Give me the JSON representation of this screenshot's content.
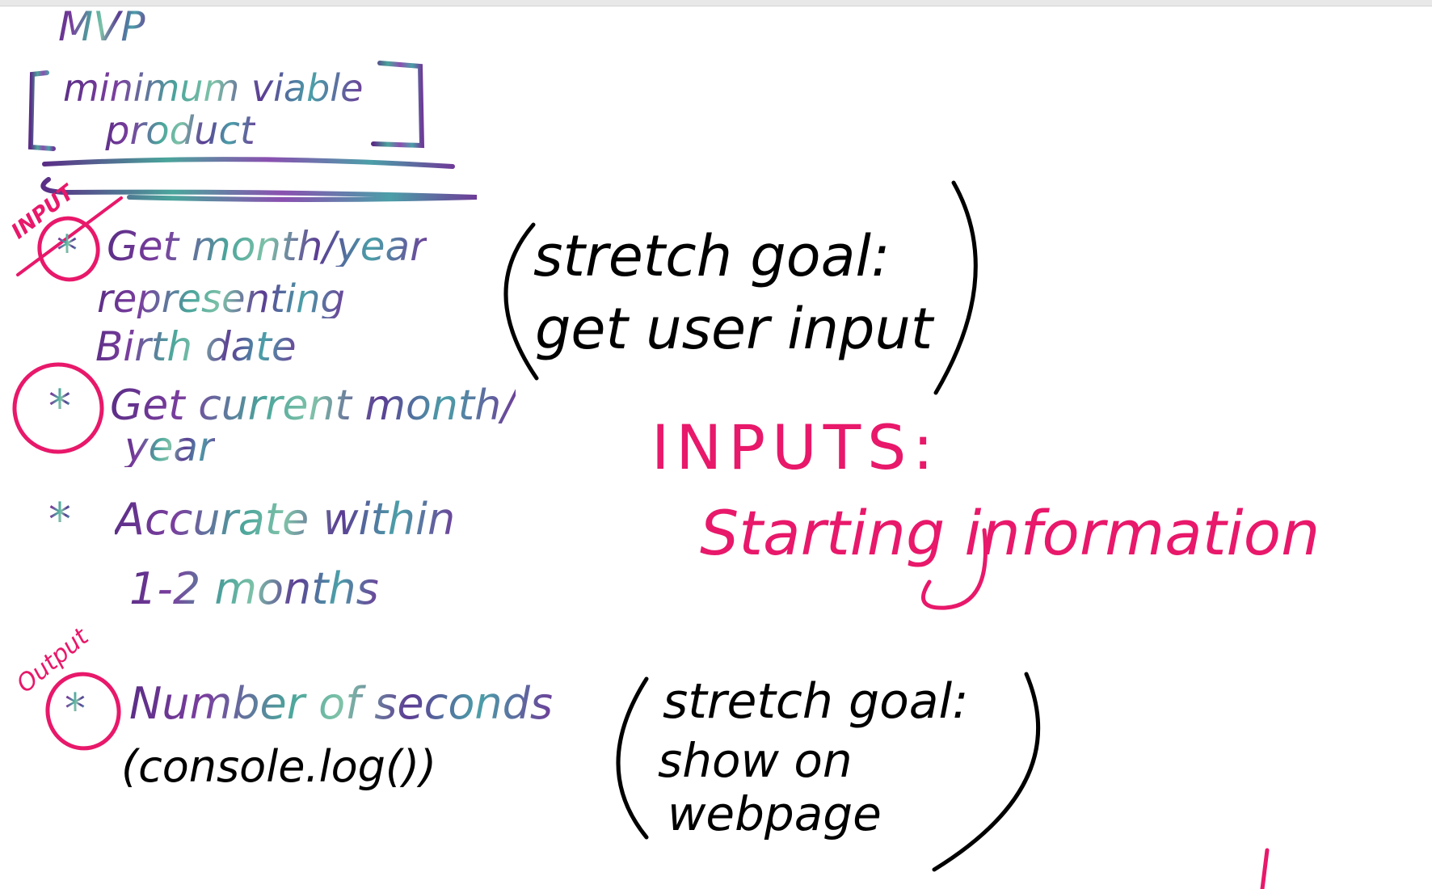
{
  "mvp": {
    "title": "MVP",
    "expansion_line1": "minimum viable",
    "expansion_line2": "product"
  },
  "items": [
    {
      "side_label": "INPUT",
      "marker": "*",
      "lines": [
        "Get month/year",
        "representing",
        "Birth date"
      ]
    },
    {
      "side_label": "",
      "marker": "*",
      "lines": [
        "Get current month/",
        "year"
      ]
    },
    {
      "side_label": "",
      "marker": "*",
      "lines": [
        "Accurate within",
        "1-2 months"
      ]
    },
    {
      "side_label": "Output",
      "marker": "*",
      "lines": [
        "Number of seconds",
        "(console.log())"
      ]
    }
  ],
  "stretch_goals": [
    {
      "line1": "stretch goal:",
      "line2": "get user input"
    },
    {
      "line1": "stretch goal:",
      "line2": "show on",
      "line3": "webpage"
    }
  ],
  "inputs_note": {
    "heading": "INPUTS:",
    "text": "Starting information"
  },
  "colors": {
    "galaxy_purple": "#5a2d86",
    "galaxy_teal": "#4aa59b",
    "ink_black": "#000000",
    "ink_pink": "#e8186a"
  }
}
